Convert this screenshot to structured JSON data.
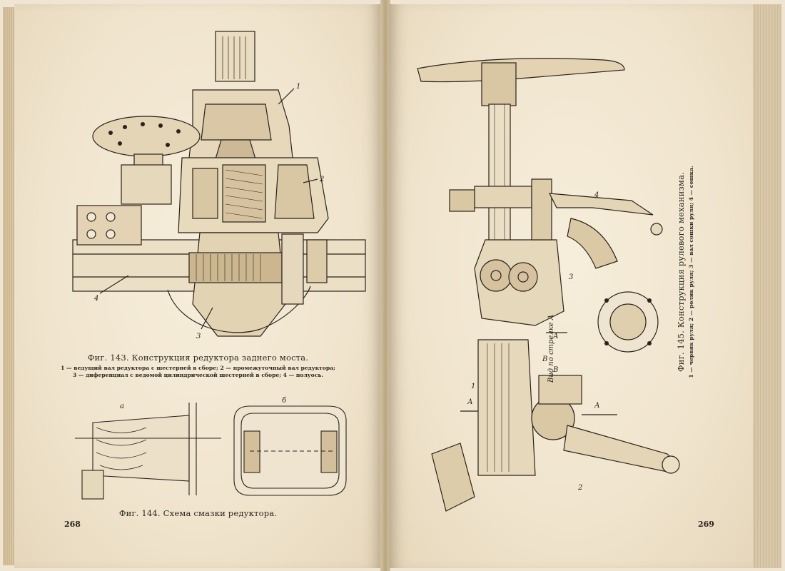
{
  "left_page": {
    "page_number": "268",
    "figure_143": {
      "title": "Фиг. 143. Конструкция редуктора заднего моста.",
      "legend_line_1": "1 — ведущий вал редуктора с шестерней в сборе; 2 — промежуточный вал редуктора;",
      "legend_line_2": "3 — диференциал с ведомой цилиндрической шестерней в сборе; 4 — полуось.",
      "callouts": [
        "1",
        "2",
        "3",
        "4"
      ]
    },
    "figure_144": {
      "title": "Фиг. 144. Схема смазки редуктора.",
      "subfigure_labels": [
        "а",
        "б"
      ]
    }
  },
  "right_page": {
    "page_number": "269",
    "figure_145": {
      "title": "Фиг. 145. Конструкция рулевого механизма.",
      "legend": "1 — червяк руля; 2 — ролик руля; 3 — вал сошки руля; 4 — сошка.",
      "callouts": [
        "1",
        "2",
        "3",
        "4"
      ],
      "view_label": "Вид по стрелке А",
      "section_marks": [
        "А",
        "А",
        "В",
        "В",
        "А"
      ]
    }
  }
}
